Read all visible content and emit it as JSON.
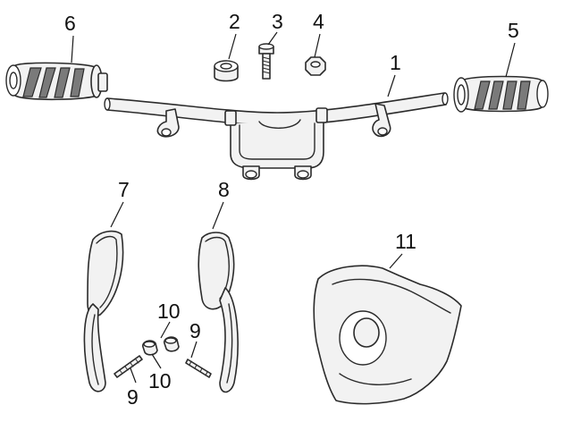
{
  "callouts": [
    {
      "id": "1",
      "text": "1"
    },
    {
      "id": "2",
      "text": "2"
    },
    {
      "id": "3",
      "text": "3"
    },
    {
      "id": "4",
      "text": "4"
    },
    {
      "id": "5",
      "text": "5"
    },
    {
      "id": "6",
      "text": "6"
    },
    {
      "id": "7",
      "text": "7"
    },
    {
      "id": "8",
      "text": "8"
    },
    {
      "id": "9a",
      "text": "9"
    },
    {
      "id": "9b",
      "text": "9"
    },
    {
      "id": "10a",
      "text": "10"
    },
    {
      "id": "10b",
      "text": "10"
    },
    {
      "id": "11",
      "text": "11"
    }
  ],
  "colors": {
    "line": "#2b2b2b",
    "fill": "#f2f2f2",
    "grip_dark": "#7a7a7a"
  }
}
